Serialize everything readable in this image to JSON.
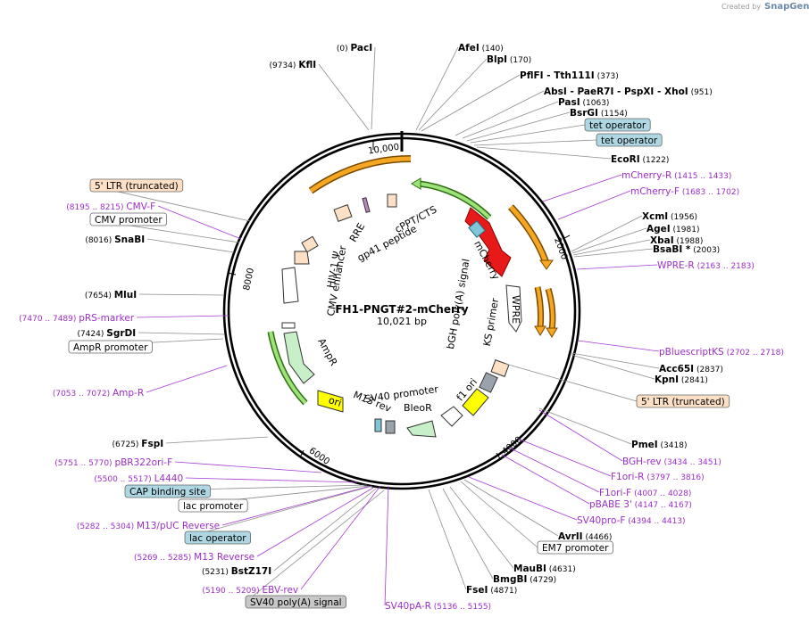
{
  "brand": {
    "prefix": "Created by",
    "name": "SnapGene"
  },
  "plasmid": {
    "name": "FH1-PNGT#2-mCherry",
    "length_label": "10,021 bp"
  },
  "ticks": [
    {
      "label": "10,000"
    },
    {
      "label": "2000"
    },
    {
      "label": "4000"
    },
    {
      "label": "6000"
    },
    {
      "label": "8000"
    }
  ],
  "features": [
    {
      "label": "mCherry"
    },
    {
      "label": "WPRE"
    },
    {
      "label": "bGH poly(A) signal"
    },
    {
      "label": "KS primer"
    },
    {
      "label": "f1 ori"
    },
    {
      "label": "BleoR"
    },
    {
      "label": "SV40 promoter"
    },
    {
      "label": "M13 rev"
    },
    {
      "label": "ori"
    },
    {
      "label": "AmpR"
    },
    {
      "label": "CMV enhancer"
    },
    {
      "label": "HIV-1 Ψ"
    },
    {
      "label": "RRE"
    },
    {
      "label": "gp41 peptide"
    },
    {
      "label": "cPPT/CTS"
    }
  ],
  "labels": [
    {
      "type": "site",
      "pos": "(0)",
      "name": "PacI"
    },
    {
      "type": "site",
      "pos": "(9734)",
      "name": "KflI"
    },
    {
      "type": "site",
      "name": "AfeI",
      "pos": "(140)"
    },
    {
      "type": "site",
      "name": "BlpI",
      "pos": "(170)"
    },
    {
      "type": "site",
      "name": "PflFI  - Tth111I",
      "pos": "(373)"
    },
    {
      "type": "site",
      "name": "AbsI  - PaeR7I  - PspXI  - XhoI",
      "pos": "(951)"
    },
    {
      "type": "site",
      "name": "PasI",
      "pos": "(1063)"
    },
    {
      "type": "site",
      "name": "BsrGI",
      "pos": "(1154)"
    },
    {
      "type": "box",
      "name": "tet operator",
      "color": "#aed7e3"
    },
    {
      "type": "box",
      "name": "tet operator",
      "color": "#aed7e3"
    },
    {
      "type": "site",
      "name": "EcoRI",
      "pos": "(1222)"
    },
    {
      "type": "primer",
      "name": "mCherry-R",
      "pos": "(1415 .. 1433)"
    },
    {
      "type": "primer",
      "name": "mCherry-F",
      "pos": "(1683 .. 1702)"
    },
    {
      "type": "site",
      "name": "XcmI",
      "pos": "(1956)"
    },
    {
      "type": "site",
      "name": "AgeI",
      "pos": "(1981)"
    },
    {
      "type": "site",
      "name": "XbaI",
      "pos": "(1988)"
    },
    {
      "type": "site",
      "name": "BsaBI *",
      "pos": "(2003)"
    },
    {
      "type": "primer",
      "name": "WPRE-R",
      "pos": "(2163 .. 2183)"
    },
    {
      "type": "primer",
      "name": "pBluescriptKS",
      "pos": "(2702 .. 2718)"
    },
    {
      "type": "site",
      "name": "Acc65I",
      "pos": "(2837)"
    },
    {
      "type": "site",
      "name": "KpnI",
      "pos": "(2841)"
    },
    {
      "type": "box",
      "name": "5' LTR (truncated)",
      "color": "#fde0c6"
    },
    {
      "type": "site",
      "name": "PmeI",
      "pos": "(3418)"
    },
    {
      "type": "primer",
      "name": "BGH-rev",
      "pos": "(3434 .. 3451)"
    },
    {
      "type": "primer",
      "name": "F1ori-R",
      "pos": "(3797 .. 3816)"
    },
    {
      "type": "primer",
      "name": "F1ori-F",
      "pos": "(4007 .. 4028)"
    },
    {
      "type": "primer",
      "name": "pBABE 3'",
      "pos": "(4147 .. 4167)"
    },
    {
      "type": "primer",
      "name": "SV40pro-F",
      "pos": "(4394 .. 4413)"
    },
    {
      "type": "site",
      "name": "AvrII",
      "pos": "(4466)"
    },
    {
      "type": "box",
      "name": "EM7 promoter",
      "color": "#ffffff"
    },
    {
      "type": "site",
      "name": "MauBI",
      "pos": "(4631)"
    },
    {
      "type": "site",
      "name": "BmgBI",
      "pos": "(4729)"
    },
    {
      "type": "site",
      "name": "FseI",
      "pos": "(4871)"
    },
    {
      "type": "primer",
      "name": "SV40pA-R",
      "pos": "(5136 .. 5155)"
    },
    {
      "type": "box",
      "name": "SV40 poly(A) signal",
      "color": "#c8c8c8"
    },
    {
      "type": "primer",
      "name": "EBV-rev",
      "pos": "(5190 .. 5209)"
    },
    {
      "type": "site",
      "name": "BstZ17I",
      "pos": "(5231)"
    },
    {
      "type": "primer",
      "name": "M13 Reverse",
      "pos": "(5269 .. 5285)"
    },
    {
      "type": "box",
      "name": "lac operator",
      "color": "#aed7e3"
    },
    {
      "type": "primer",
      "name": "M13/pUC Reverse",
      "pos": "(5282 .. 5304)"
    },
    {
      "type": "box",
      "name": "lac promoter",
      "color": "#ffffff"
    },
    {
      "type": "box",
      "name": "CAP binding site",
      "color": "#aed7e3"
    },
    {
      "type": "primer",
      "name": "L4440",
      "pos": "(5500 .. 5517)"
    },
    {
      "type": "primer",
      "name": "pBR322ori-F",
      "pos": "(5751 .. 5770)"
    },
    {
      "type": "site",
      "name": "FspI",
      "pos": "(6725)"
    },
    {
      "type": "primer",
      "name": "Amp-R",
      "pos": "(7053 .. 7072)"
    },
    {
      "type": "box",
      "name": "AmpR promoter",
      "color": "#ffffff"
    },
    {
      "type": "site",
      "name": "SgrDI",
      "pos": "(7424)"
    },
    {
      "type": "primer",
      "name": "pRS-marker",
      "pos": "(7470 .. 7489)"
    },
    {
      "type": "site",
      "name": "MluI",
      "pos": "(7654)"
    },
    {
      "type": "site",
      "name": "SnaBI",
      "pos": "(8016)"
    },
    {
      "type": "box",
      "name": "CMV promoter",
      "color": "#ffffff"
    },
    {
      "type": "primer",
      "name": "CMV-F",
      "pos": "(8195 .. 8215)"
    },
    {
      "type": "box",
      "name": "5' LTR (truncated)",
      "color": "#fde0c6"
    }
  ],
  "colors": {
    "site": "#000000",
    "primer": "#9b2fc7",
    "leader_site": "#8c8c8c",
    "leader_primer": "#a43ad2",
    "orange_feature": "#f5a623",
    "green_feature": "#3f8a1f",
    "red_feature": "#e31b1b",
    "ampr_fill": "#c8f0c8",
    "ori_fill": "#ffff00"
  }
}
